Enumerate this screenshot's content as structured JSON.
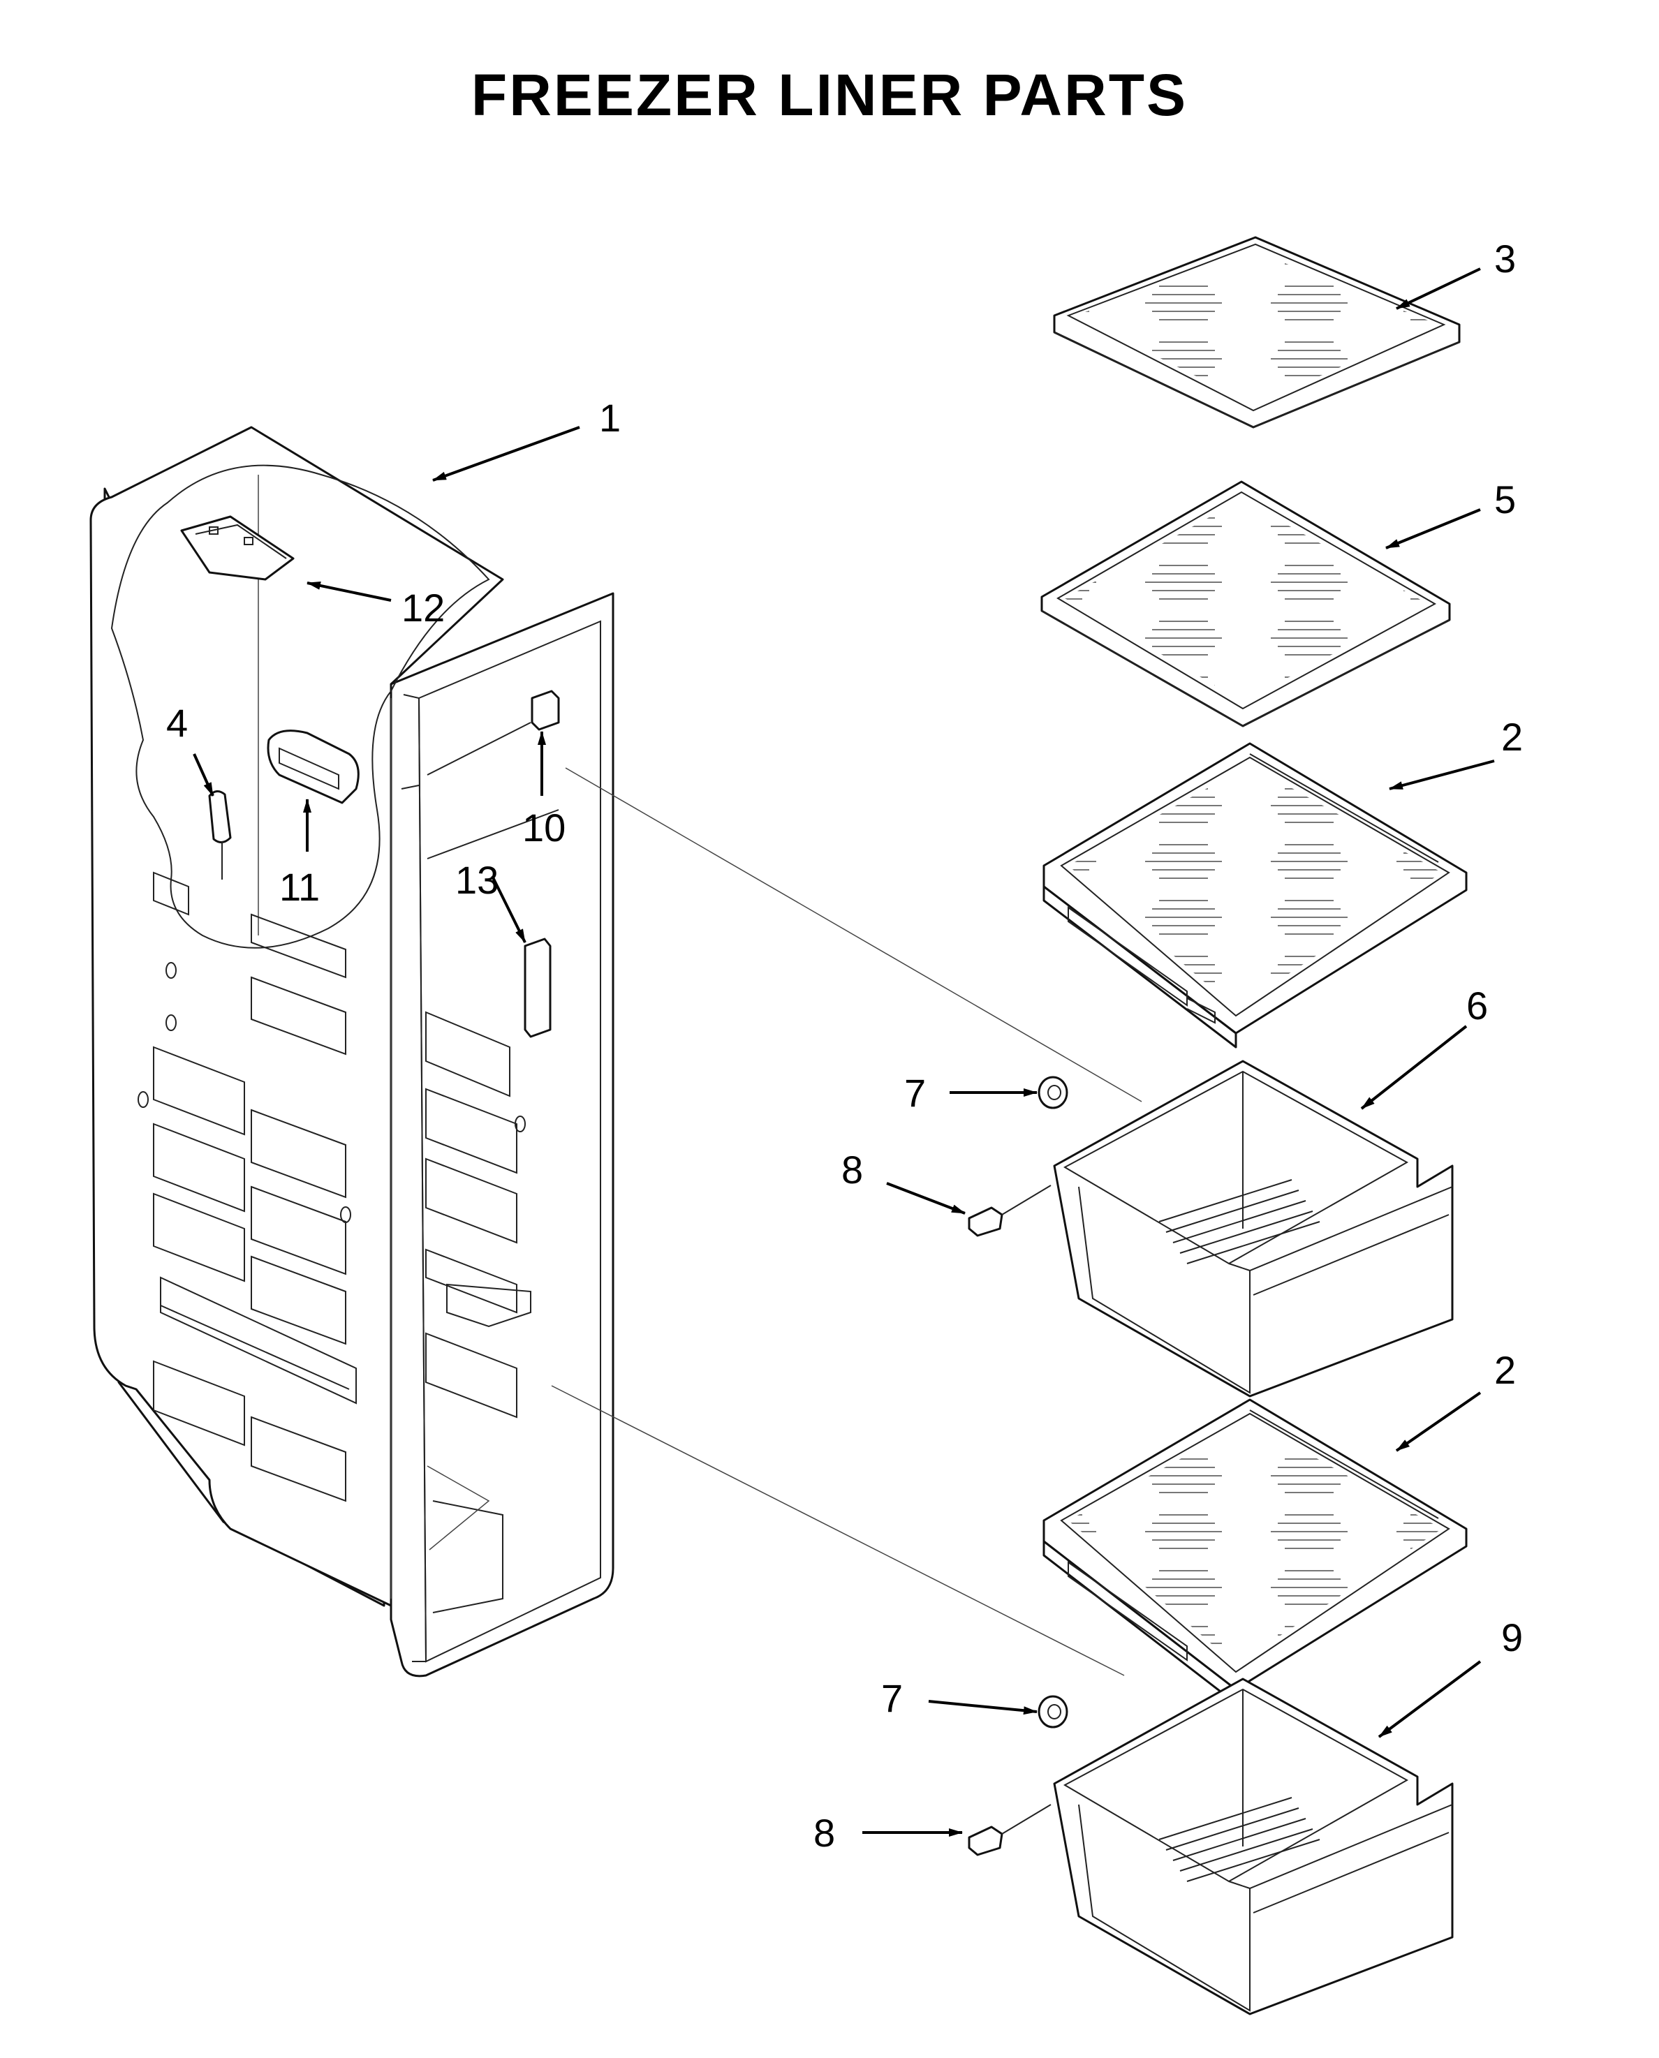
{
  "title": "FREEZER LINER PARTS",
  "callouts": {
    "c1": "1",
    "c2a": "2",
    "c2b": "2",
    "c3": "3",
    "c4": "4",
    "c5": "5",
    "c6": "6",
    "c7a": "7",
    "c7b": "7",
    "c8a": "8",
    "c8b": "8",
    "c9": "9",
    "c10": "10",
    "c11": "11",
    "c12": "12",
    "c13": "13"
  },
  "colors": {
    "line": "#111111",
    "background": "#ffffff"
  }
}
